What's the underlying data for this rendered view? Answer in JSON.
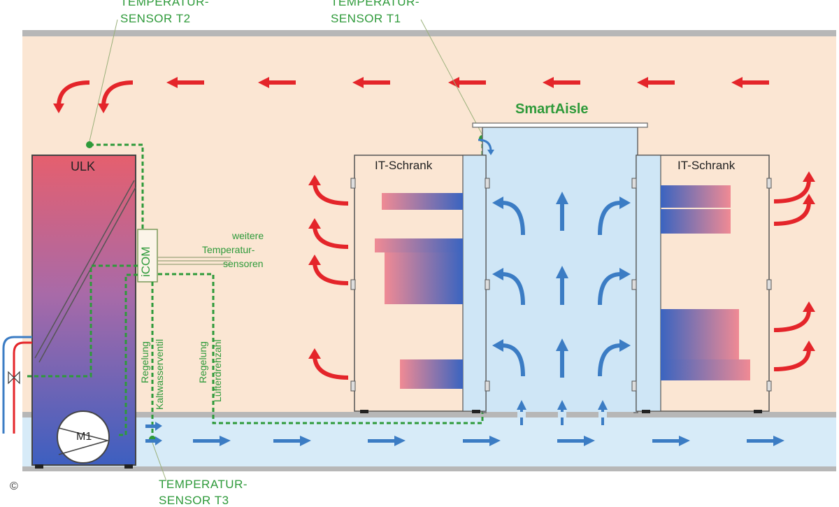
{
  "labels": {
    "sensor_t2": [
      "TEMPERATUR-",
      "SENSOR T2"
    ],
    "sensor_t1": [
      "TEMPERATUR-",
      "SENSOR T1"
    ],
    "sensor_t3": [
      "TEMPERATUR-",
      "SENSOR T3"
    ],
    "smartaisle": "SmartAisle",
    "cabinet_left": "IT-Schrank",
    "cabinet_right": "IT-Schrank",
    "ulk": "ULK",
    "icom": "iCOM",
    "motor": "M1",
    "weitere": [
      "weitere",
      "Temperatur-",
      "sensoren"
    ],
    "regelung_kalt": [
      "Regelung",
      "Kaltwasserventil"
    ],
    "regelung_luefter": [
      "Regelung",
      "Lüfterdrehzahl"
    ],
    "copyright": "©"
  },
  "colors": {
    "room_bg": "#fbe6d3",
    "floor_bg": "#d7ebf8",
    "wall_gray": "#b7b7b7",
    "hot_red": "#e4252a",
    "cold_blue": "#3b7cc4",
    "sensor_green": "#2e9a3a",
    "aisle_blue": "#cfe6f6"
  }
}
